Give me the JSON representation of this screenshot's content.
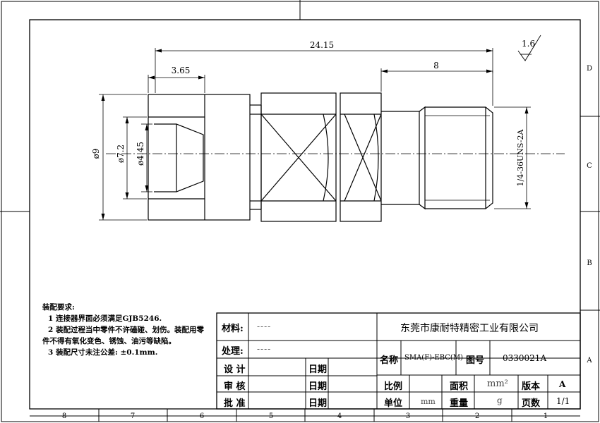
{
  "dimensions": {
    "overall_length": "24.15",
    "left_length": "3.65",
    "right_length": "8",
    "dia_outer": "ø9",
    "dia_mid": "ø7.2",
    "dia_inner": "ø4.45",
    "thread": "1/4-36UNS-2A",
    "roughness": "1.6"
  },
  "zones": {
    "columns": [
      "8",
      "7",
      "6",
      "5",
      "4",
      "3",
      "2",
      "1"
    ],
    "rows": [
      "D",
      "C",
      "B",
      "A"
    ]
  },
  "notes": {
    "title": "装配要求:",
    "items": [
      "1  连接器界面必须满足GJB5246.",
      "2  装配过程当中零件不许磕碰、划伤。装配用零",
      "件不得有氧化变色、锈蚀、油污等缺陷。",
      "3  装配尺寸未注公差: ±0.1mm."
    ]
  },
  "title_block": {
    "material_label": "材料:",
    "material_value": "----",
    "treatment_label": "处理:",
    "treatment_value": "----",
    "company": "东莞市康耐特精密工业有限公司",
    "name_label": "名称",
    "name_value": "SMA(F)-EBC(M)",
    "drawing_no_label": "图号",
    "drawing_no_value": "0330021A",
    "design_label": "设 计",
    "review_label": "审 核",
    "approve_label": "批 准",
    "date_label": "日期",
    "scale_label": "比例",
    "area_label": "面积",
    "area_unit": "mm²",
    "version_label": "版本",
    "version_value": "A",
    "unit_label": "单位",
    "unit_value": "mm",
    "weight_label": "重量",
    "weight_unit": "g",
    "pages_label": "页数",
    "pages_value": "1/1"
  }
}
